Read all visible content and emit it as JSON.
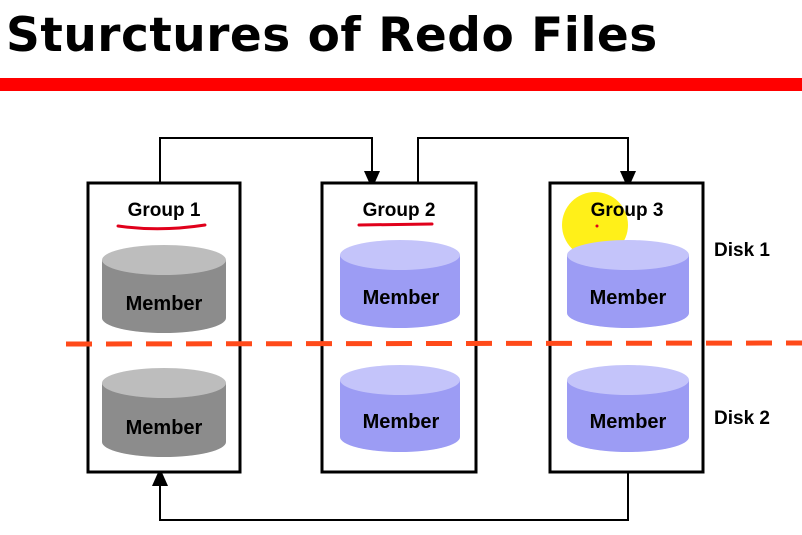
{
  "slide": {
    "title": "Sturctures of Redo Files",
    "title_rule_color": "#ff0000"
  },
  "diagram": {
    "groups": [
      {
        "label": "Group 1",
        "members": [
          "Member",
          "Member"
        ],
        "member_color": "gray",
        "label_underlined": true
      },
      {
        "label": "Group 2",
        "members": [
          "Member",
          "Member"
        ],
        "member_color": "lavender",
        "label_underlined": true
      },
      {
        "label": "Group 3",
        "members": [
          "Member",
          "Member"
        ],
        "member_color": "lavender",
        "cursor_highlight": true
      }
    ],
    "disks": [
      "Disk 1",
      "Disk 2"
    ],
    "colors": {
      "gray_member_side": "#8c8c8c",
      "gray_member_top": "#bdbdbd",
      "lavender_member_side": "#9c9cf4",
      "lavender_member_top": "#c4c4fa",
      "disk_divider": "#ff4a1a",
      "annotation_underline": "#e0001b",
      "cursor_highlight": "#ffee00"
    },
    "arrows": [
      "group-1 to group-2",
      "group-2 to group-3",
      "group-3 to group-1"
    ]
  }
}
